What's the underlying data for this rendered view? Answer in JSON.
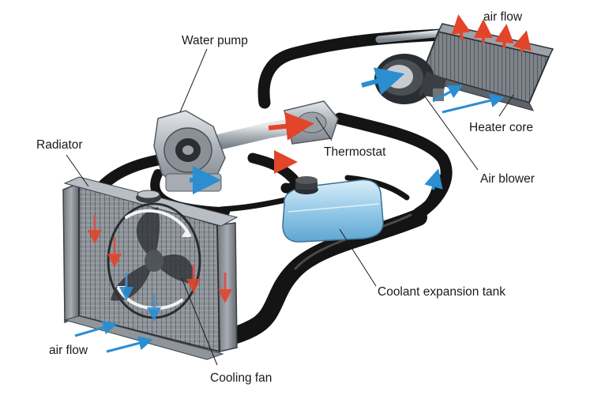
{
  "labels": {
    "water_pump": "Water pump",
    "radiator": "Radiator",
    "thermostat": "Thermostat",
    "air_flow_top": "air flow",
    "heater_core": "Heater core",
    "air_blower": "Air blower",
    "coolant_expansion_tank": "Coolant expansion tank",
    "air_flow_bottom": "air flow",
    "cooling_fan": "Cooling fan"
  },
  "colors": {
    "hose": "#141414",
    "metal": "#b9bec4",
    "coolant_tank": "#8fc6e6",
    "hot_arrow": "#e2452a",
    "cold_arrow": "#2a8ed1",
    "leader": "#1a1a1a"
  }
}
